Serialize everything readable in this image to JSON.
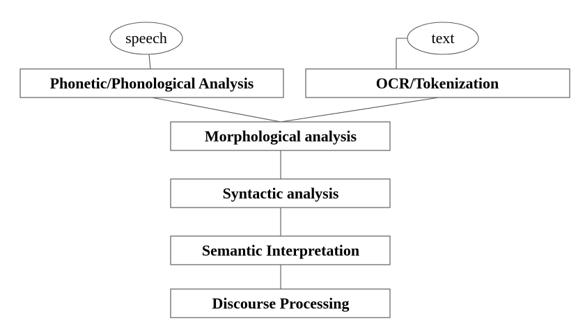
{
  "diagram": {
    "type": "flowchart",
    "inputs": [
      {
        "id": "speech",
        "label": "speech",
        "shape": "ellipse"
      },
      {
        "id": "text",
        "label": "text",
        "shape": "ellipse"
      }
    ],
    "nodes": [
      {
        "id": "phonetic",
        "label": "Phonetic/Phonological Analysis"
      },
      {
        "id": "ocr",
        "label": "OCR/Tokenization"
      },
      {
        "id": "morph",
        "label": "Morphological analysis"
      },
      {
        "id": "syntax",
        "label": "Syntactic analysis"
      },
      {
        "id": "semantic",
        "label": "Semantic Interpretation"
      },
      {
        "id": "discourse",
        "label": "Discourse Processing"
      }
    ],
    "edges": [
      {
        "from": "speech",
        "to": "phonetic"
      },
      {
        "from": "text",
        "to": "ocr"
      },
      {
        "from": "phonetic",
        "to": "morph"
      },
      {
        "from": "ocr",
        "to": "morph"
      },
      {
        "from": "morph",
        "to": "syntax"
      },
      {
        "from": "syntax",
        "to": "semantic"
      },
      {
        "from": "semantic",
        "to": "discourse"
      }
    ]
  }
}
